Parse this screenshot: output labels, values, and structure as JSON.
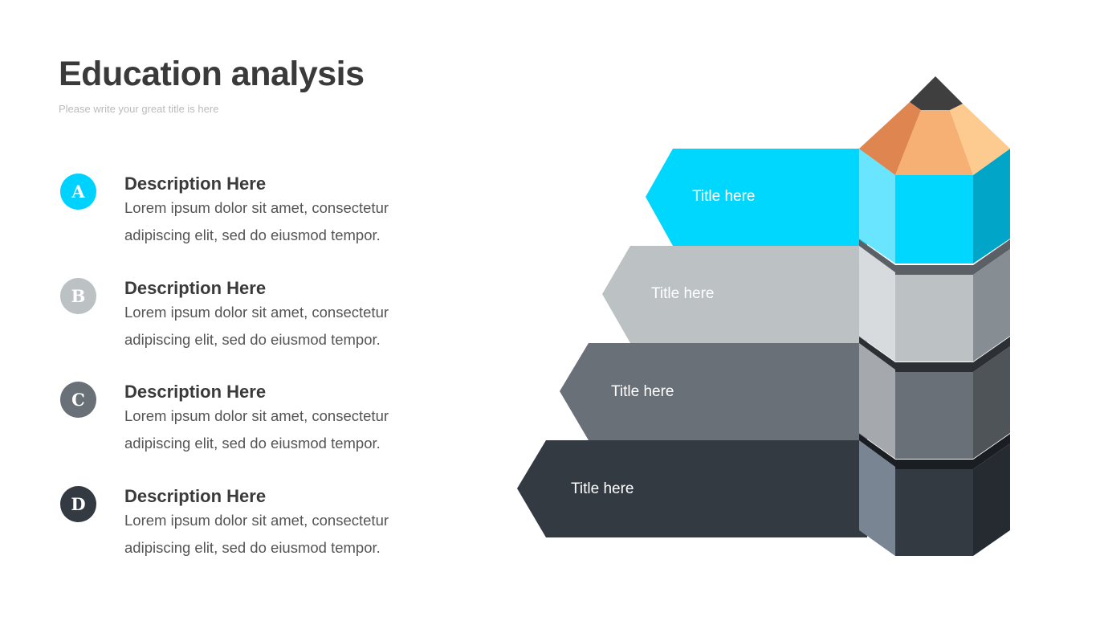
{
  "title": "Education analysis",
  "subtitle": "Please write your great title is here",
  "items": [
    {
      "letter": "A",
      "heading": "Description Here",
      "text": "Lorem ipsum dolor sit amet, consectetur adipiscing elit, sed do eiusmod tempor.",
      "color": "#00d2ff"
    },
    {
      "letter": "B",
      "heading": "Description Here",
      "text": "Lorem ipsum dolor sit amet, consectetur adipiscing elit, sed do eiusmod tempor.",
      "color": "#bcc1c4"
    },
    {
      "letter": "C",
      "heading": "Description Here",
      "text": "Lorem ipsum dolor sit amet, consectetur adipiscing elit, sed do eiusmod tempor.",
      "color": "#6a7077"
    },
    {
      "letter": "D",
      "heading": "Description Here",
      "text": "Lorem ipsum dolor sit amet, consectetur adipiscing elit, sed do eiusmod tempor.",
      "color": "#343a42"
    }
  ],
  "arrows": [
    "Title here",
    "Title here",
    "Title here",
    "Title here"
  ]
}
